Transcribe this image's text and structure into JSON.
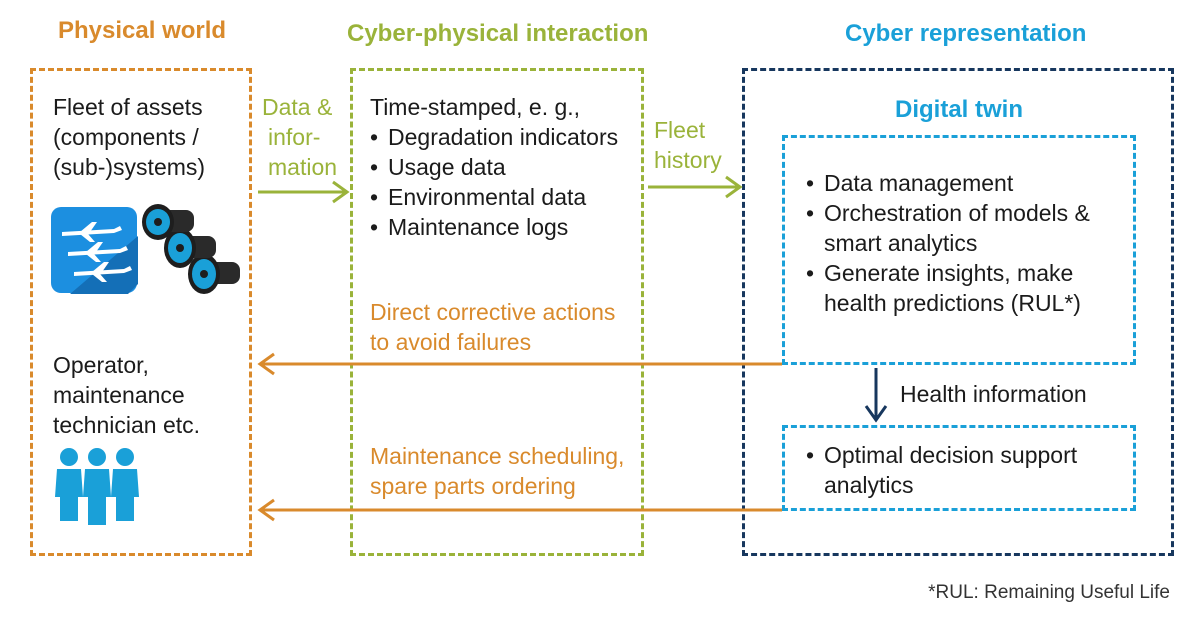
{
  "columns": {
    "physical": "Physical world",
    "interaction": "Cyber-physical interaction",
    "cyber": "Cyber representation"
  },
  "physical_world": {
    "assets_text": [
      "Fleet of assets",
      "(components /",
      "(sub-)systems)"
    ],
    "operator_text": [
      "Operator,",
      "maintenance",
      "technician etc."
    ]
  },
  "flow_labels": {
    "data_information": [
      "Data &",
      "infor-",
      "mation"
    ],
    "fleet_history": [
      "Fleet",
      "history"
    ]
  },
  "interaction_box": {
    "heading": "Time-stamped, e. g.,",
    "items": [
      "Degradation indicators",
      "Usage data",
      "Environmental data",
      "Maintenance logs"
    ]
  },
  "actions": {
    "corrective": [
      "Direct corrective actions",
      "to avoid failures"
    ],
    "scheduling": [
      "Maintenance scheduling,",
      "spare parts ordering"
    ]
  },
  "digital_twin": {
    "title": "Digital twin",
    "items": [
      [
        "Data management"
      ],
      [
        "Orchestration of models &",
        "smart analytics"
      ],
      [
        "Generate insights, make",
        "health predictions (RUL*)"
      ]
    ]
  },
  "health_information": "Health information",
  "decision_support": [
    "Optimal decision support",
    "analytics"
  ],
  "footnote": "*RUL: Remaining Useful Life",
  "colors": {
    "orange": "#d98a2c",
    "green": "#9ab33a",
    "navy": "#17375e",
    "light_blue": "#1aa0d8"
  },
  "icons": [
    "airplanes-icon",
    "jet-engines-icon",
    "people-icon"
  ]
}
